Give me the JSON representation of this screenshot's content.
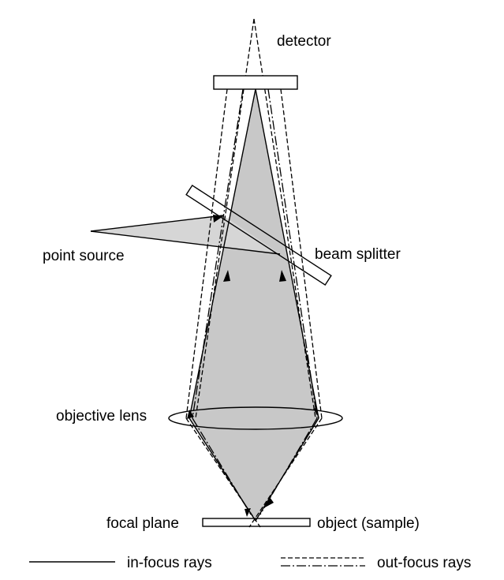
{
  "labels": {
    "detector": "detector",
    "point_source": "point source",
    "beam_splitter": "beam splitter",
    "objective_lens": "objective lens",
    "focal_plane": "focal plane",
    "object": "object (sample)"
  },
  "legend": {
    "in_focus": "in-focus rays",
    "out_focus": "out-focus rays"
  },
  "colors": {
    "cone_fill": "#c8c8c8",
    "source_fill": "#d6d6d6",
    "stroke": "#000000",
    "background": "#ffffff"
  }
}
